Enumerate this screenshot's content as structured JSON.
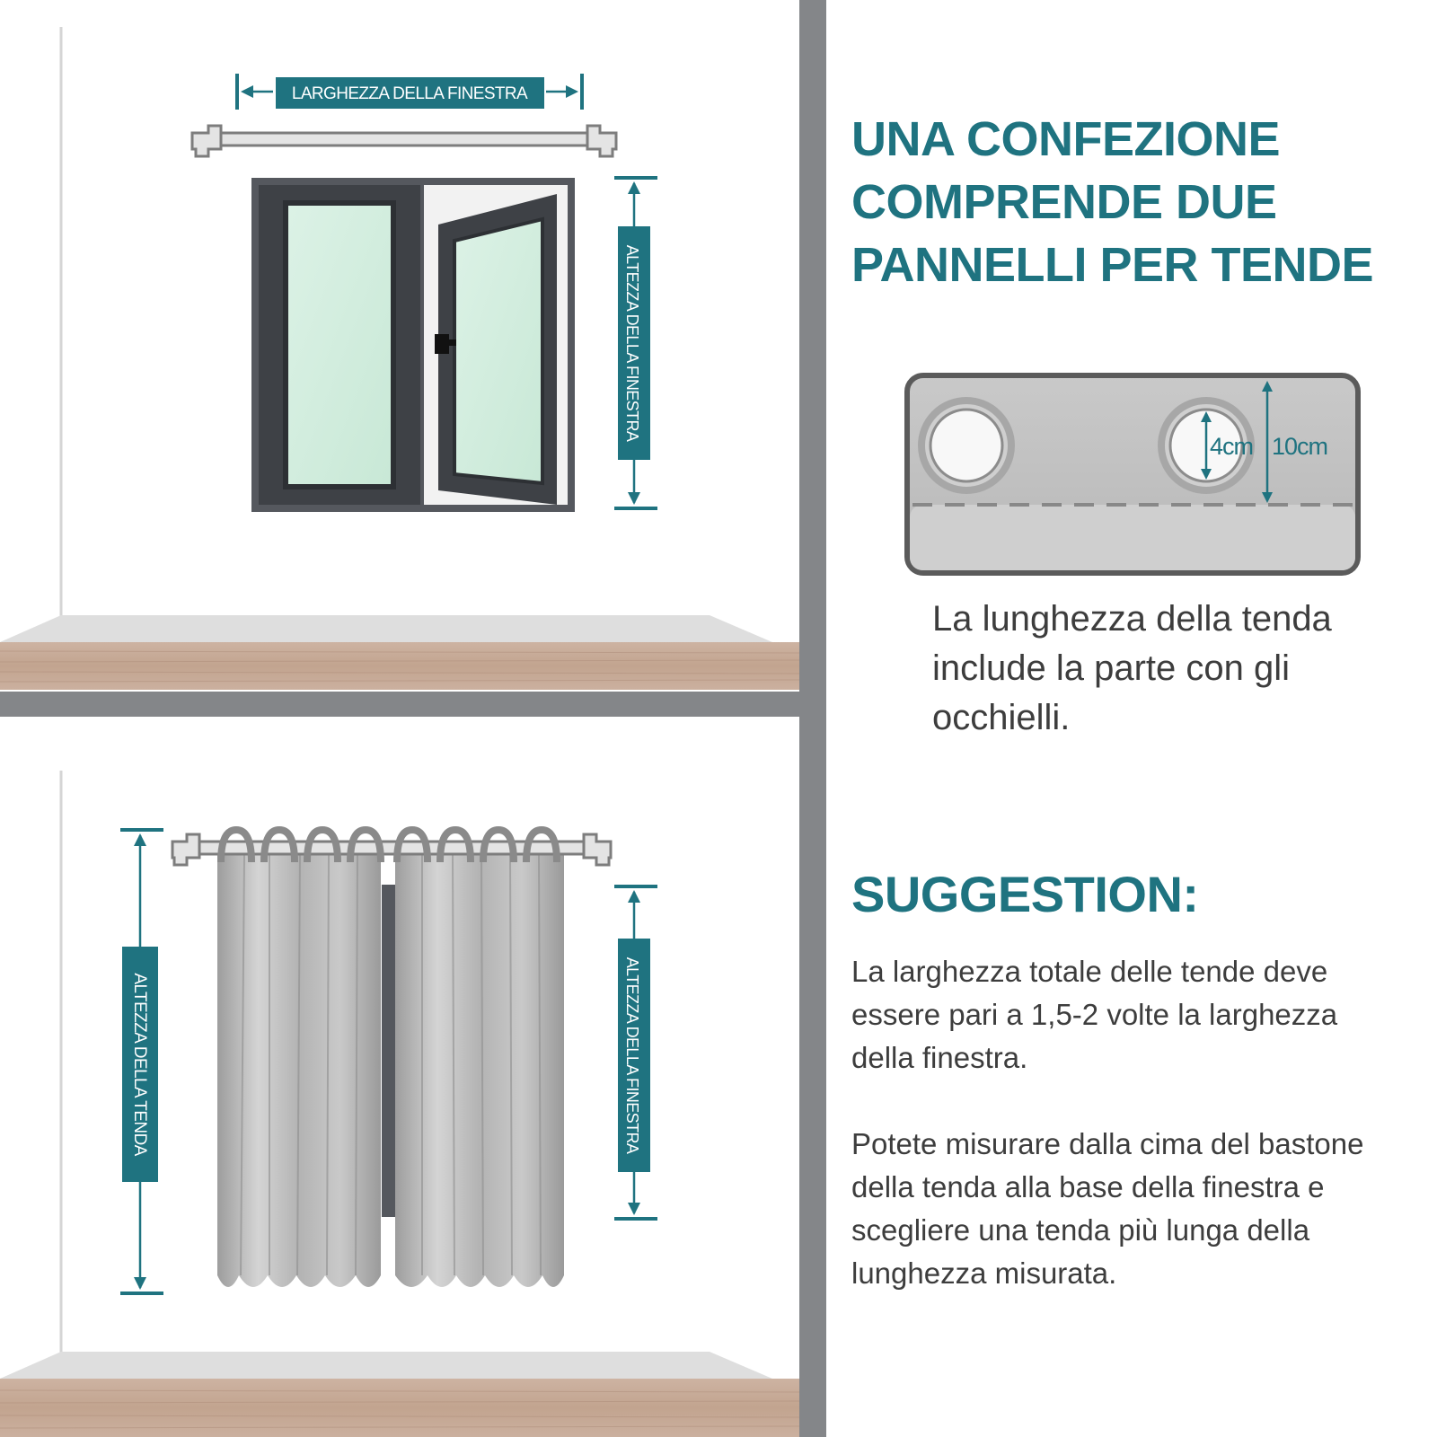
{
  "colors": {
    "accent": "#1f7380",
    "divider": "#848689",
    "text": "#3d3d3d",
    "floor": "#c4a898",
    "glass": "#d9f0e2",
    "frame": "#4b4e53",
    "curtain": "#b9b9b9",
    "rod": "#8a8a8a"
  },
  "top_left_panel": {
    "width_label": "LARGHEZZA DELLA FINESTRA",
    "height_label": "ALTEZZA DELLA FINESTRA"
  },
  "bottom_left_panel": {
    "curtain_height_label": "ALTEZZA DELLA TENDA",
    "window_height_label": "ALTEZZA DELLA FINESTRA"
  },
  "right_panel": {
    "headline": "UNA CONFEZIONE COMPRENDE DUE PANNELLI PER TENDE",
    "eyelet_inner_label": "4cm",
    "eyelet_outer_label": "10cm",
    "eyelet_caption": "La lunghezza della tenda include la parte con gli occhielli.",
    "suggestion_title": "SUGGESTION:",
    "suggestion_p1": "La larghezza totale delle tende deve essere pari a 1,5-2 volte la larghezza della finestra.",
    "suggestion_p2": "Potete misurare dalla cima del bastone della tenda alla base della finestra e scegliere una tenda più lunga della lunghezza misurata."
  }
}
